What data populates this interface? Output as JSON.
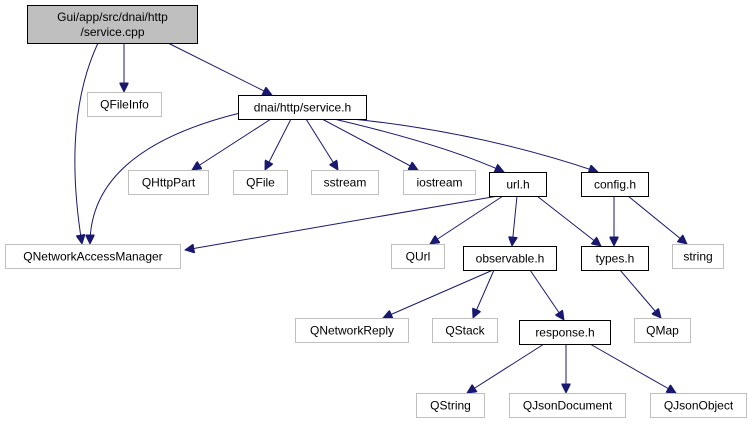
{
  "colors": {
    "edge": "#191970",
    "root_fill": "#bfbfbf",
    "default_fill": "#ffffff",
    "documented_border": "#000000",
    "external_border": "#bfbfbf"
  },
  "nodes": [
    {
      "id": "root",
      "lines": [
        "Gui/app/src/dnai/http",
        "/service.cpp"
      ],
      "style": "root"
    },
    {
      "id": "qfileinfo",
      "lines": [
        "QFileInfo"
      ],
      "style": "external"
    },
    {
      "id": "service_h",
      "lines": [
        "dnai/http/service.h"
      ],
      "style": "documented"
    },
    {
      "id": "qnam",
      "lines": [
        "QNetworkAccessManager"
      ],
      "style": "external"
    },
    {
      "id": "qhttppart",
      "lines": [
        "QHttpPart"
      ],
      "style": "external"
    },
    {
      "id": "qfile",
      "lines": [
        "QFile"
      ],
      "style": "external"
    },
    {
      "id": "sstream",
      "lines": [
        "sstream"
      ],
      "style": "external"
    },
    {
      "id": "iostream",
      "lines": [
        "iostream"
      ],
      "style": "external"
    },
    {
      "id": "url_h",
      "lines": [
        "url.h"
      ],
      "style": "documented"
    },
    {
      "id": "config_h",
      "lines": [
        "config.h"
      ],
      "style": "documented"
    },
    {
      "id": "qurl",
      "lines": [
        "QUrl"
      ],
      "style": "external"
    },
    {
      "id": "observable_h",
      "lines": [
        "observable.h"
      ],
      "style": "documented"
    },
    {
      "id": "types_h",
      "lines": [
        "types.h"
      ],
      "style": "documented"
    },
    {
      "id": "string",
      "lines": [
        "string"
      ],
      "style": "external"
    },
    {
      "id": "qnetworkreply",
      "lines": [
        "QNetworkReply"
      ],
      "style": "external"
    },
    {
      "id": "qstack",
      "lines": [
        "QStack"
      ],
      "style": "external"
    },
    {
      "id": "response_h",
      "lines": [
        "response.h"
      ],
      "style": "documented"
    },
    {
      "id": "qmap",
      "lines": [
        "QMap"
      ],
      "style": "external"
    },
    {
      "id": "qstring",
      "lines": [
        "QString"
      ],
      "style": "external"
    },
    {
      "id": "qjsondocument",
      "lines": [
        "QJsonDocument"
      ],
      "style": "external"
    },
    {
      "id": "qjsonobject",
      "lines": [
        "QJsonObject"
      ],
      "style": "external"
    }
  ],
  "edges": [
    {
      "from": "root",
      "to": "qfileinfo"
    },
    {
      "from": "root",
      "to": "service_h"
    },
    {
      "from": "root",
      "to": "qnam"
    },
    {
      "from": "service_h",
      "to": "qnam"
    },
    {
      "from": "service_h",
      "to": "qhttppart"
    },
    {
      "from": "service_h",
      "to": "qfile"
    },
    {
      "from": "service_h",
      "to": "sstream"
    },
    {
      "from": "service_h",
      "to": "iostream"
    },
    {
      "from": "service_h",
      "to": "url_h"
    },
    {
      "from": "service_h",
      "to": "config_h"
    },
    {
      "from": "url_h",
      "to": "qnam"
    },
    {
      "from": "url_h",
      "to": "qurl"
    },
    {
      "from": "url_h",
      "to": "observable_h"
    },
    {
      "from": "url_h",
      "to": "types_h"
    },
    {
      "from": "config_h",
      "to": "types_h"
    },
    {
      "from": "config_h",
      "to": "string"
    },
    {
      "from": "observable_h",
      "to": "qnetworkreply"
    },
    {
      "from": "observable_h",
      "to": "qstack"
    },
    {
      "from": "observable_h",
      "to": "response_h"
    },
    {
      "from": "types_h",
      "to": "qmap"
    },
    {
      "from": "response_h",
      "to": "qstring"
    },
    {
      "from": "response_h",
      "to": "qjsondocument"
    },
    {
      "from": "response_h",
      "to": "qjsonobject"
    }
  ]
}
